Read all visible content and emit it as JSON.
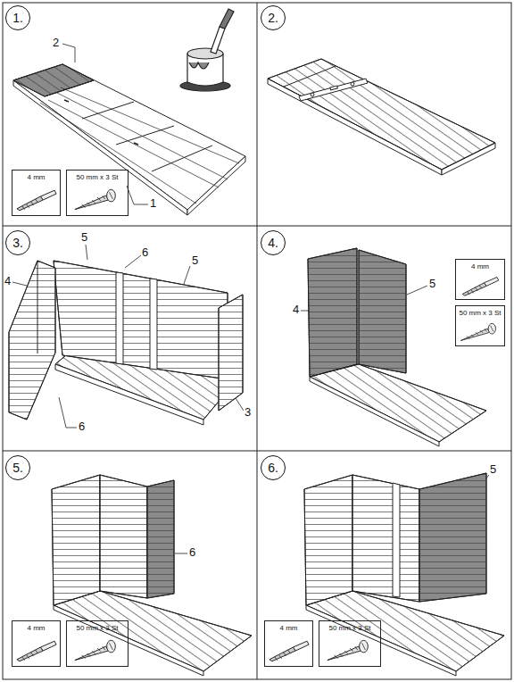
{
  "diagram": {
    "nodes": [
      {
        "text": [
          "1."
        ]
      },
      {
        "text": [
          "4 mm"
        ]
      },
      {
        "text": [
          "50 mm x 3 St"
        ]
      },
      {
        "text": [
          "2."
        ]
      },
      {
        "text": [
          "3."
        ]
      },
      {
        "text": [
          "4."
        ]
      },
      {
        "text": [
          "4 mm"
        ]
      },
      {
        "text": [
          "50 mm x 3 St"
        ]
      },
      {
        "text": [
          "5."
        ]
      },
      {
        "text": [
          "4 mm"
        ]
      },
      {
        "text": [
          "50 mm x 3 St"
        ]
      },
      {
        "text": [
          "6."
        ]
      },
      {
        "text": [
          "4 mm"
        ]
      },
      {
        "text": [
          "50 mm x 3 St"
        ]
      }
    ],
    "labels": [
      "2",
      "1",
      "5",
      "6",
      "5",
      "4",
      "3",
      "6",
      "4",
      "5",
      "6",
      "5"
    ]
  }
}
